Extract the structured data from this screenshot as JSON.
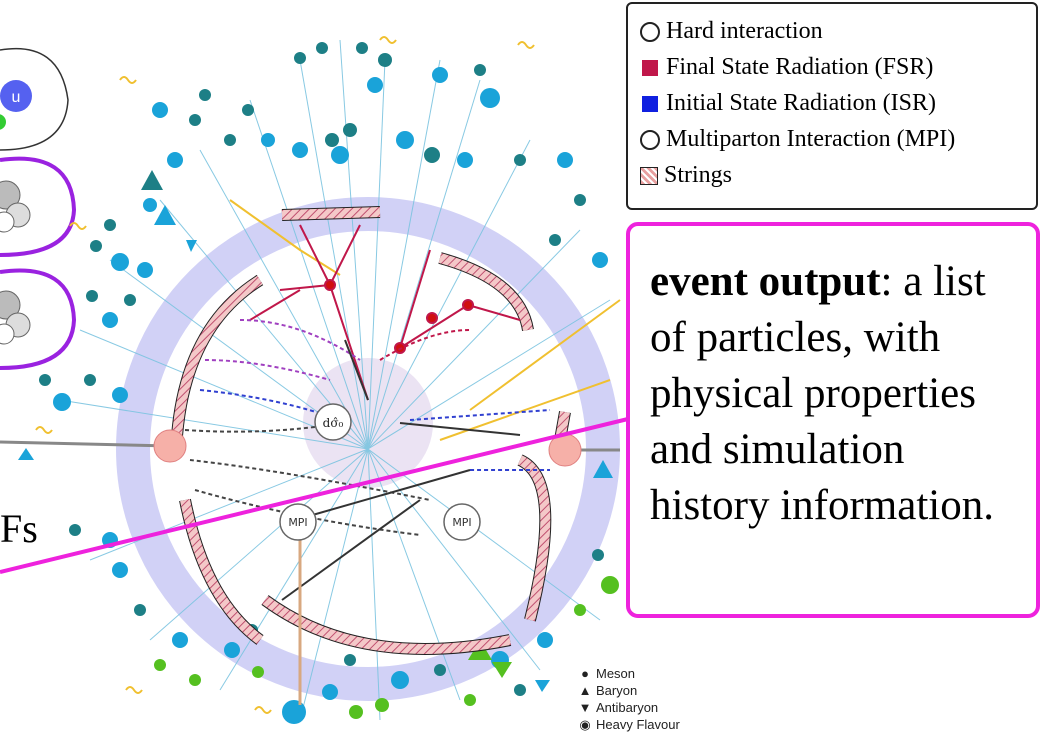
{
  "legend": {
    "items": [
      {
        "label": "Hard interaction",
        "symbol": "open-circle-icon"
      },
      {
        "label": "Final State Radiation (FSR)",
        "symbol": "red-square-icon",
        "color": "#c0174a"
      },
      {
        "label": "Initial State Radiation (ISR)",
        "symbol": "blue-square-icon",
        "color": "#1020e0"
      },
      {
        "label": "Multiparton Interaction (MPI)",
        "symbol": "open-circle-icon"
      },
      {
        "label": "Strings",
        "symbol": "hatched-square-icon"
      }
    ]
  },
  "callout": {
    "bold": "event output",
    "text": ": a list of particles, with physical properties and simulation history information."
  },
  "diagram": {
    "hard_label": "dσ̂₀",
    "mpi_label": "MPI",
    "quark_label": "u",
    "partial_text": "Fs"
  },
  "hadron_legend": {
    "items": [
      {
        "label": "Meson",
        "glyph": "●"
      },
      {
        "label": "Baryon",
        "glyph": "▲"
      },
      {
        "label": "Antibaryon",
        "glyph": "▼"
      },
      {
        "label": "Heavy Flavour",
        "glyph": "◉"
      }
    ]
  },
  "colors": {
    "fsr": "#c0174a",
    "isr": "#1020e0",
    "callout_border": "#ee22dd",
    "ring": "#b9b9f0",
    "meson": "#1aa3d9",
    "meson_dark": "#1d7f86",
    "green": "#55c020"
  }
}
